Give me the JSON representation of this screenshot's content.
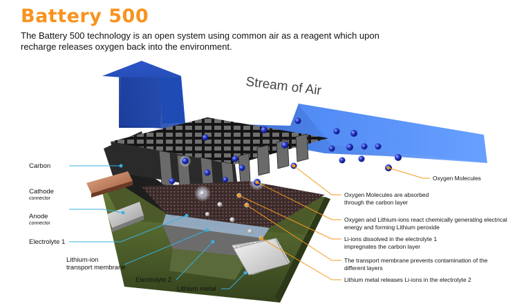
{
  "header": {
    "title": "Battery 500",
    "subtitle": "The Battery 500 technology is an open system using common air as a reagent which upon recharge releases oxygen back into the environment."
  },
  "air_stream": {
    "label": "Stream of Air"
  },
  "left_labels": {
    "carbon": "Carbon",
    "cathode": "Cathode",
    "cathode_sub": "connector",
    "anode": "Anode",
    "anode_sub": "connector",
    "electrolyte1": "Electrolyte 1",
    "membrane_line1": "Lithium-ion",
    "membrane_line2": "transport membrane",
    "electrolyte2": "Electrolyte 2",
    "lithium_metal": "Lithium metal"
  },
  "right_labels": {
    "oxygen": "Oxygen Molecules",
    "absorbed": "Oxygen Molecules are absorbed through the carbon layer",
    "react": "Oxygen and Lithium-ions react chemically generating electrical energy and forming Lithium peroxide",
    "li_ions": "Li-ions dissolved in the electrolyte 1 impregnates the carbon layer",
    "membrane": "The transport membrane prevents contamination of the different layers",
    "release": "Lithium metal releases Li-ions in the electrolyte 2"
  },
  "colors": {
    "title": "#f7931e",
    "leader_left": "#3ab0e6",
    "leader_right": "#f29a1e",
    "air": "#3d7be8",
    "oxygen": "#2838c8"
  }
}
